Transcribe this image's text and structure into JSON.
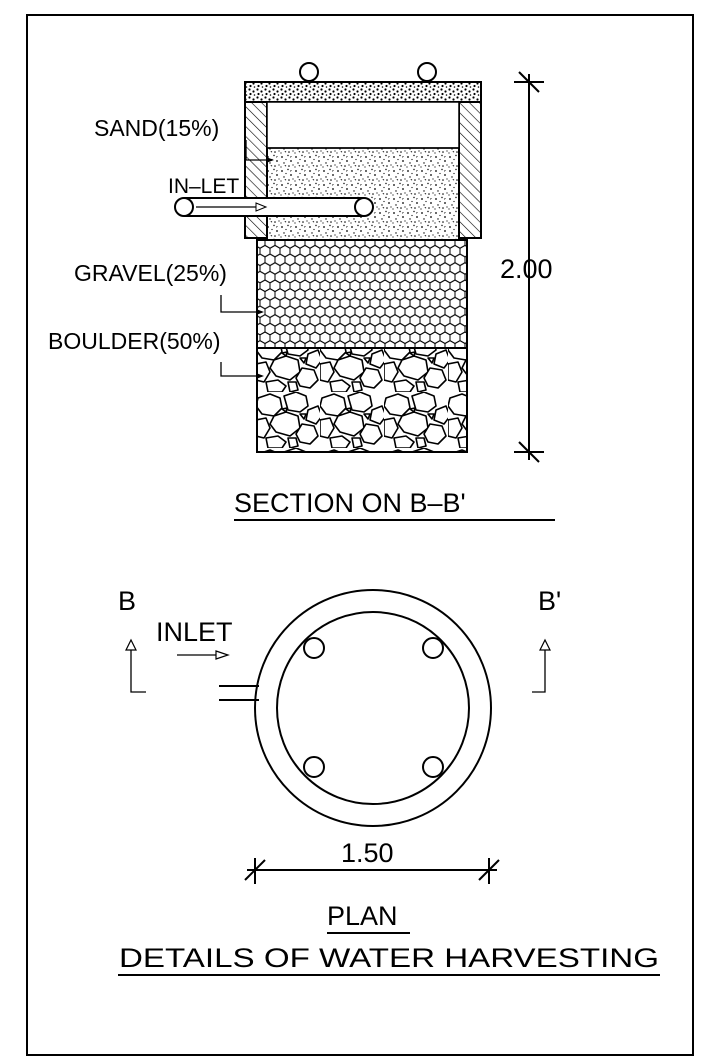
{
  "section": {
    "title": "SECTION ON B–B'",
    "labels": {
      "sand": "SAND(15%)",
      "inlet": "IN–LET",
      "gravel": "GRAVEL(25%)",
      "boulder": "BOULDER(50%)"
    },
    "height_dimension": "2.00"
  },
  "plan": {
    "title": "PLAN",
    "section_mark_left": "B",
    "section_mark_right": "B'",
    "inlet_label": "INLET",
    "diameter_dimension": "1.50"
  },
  "sheet": {
    "caption": "DETAILS OF WATER HARVESTING"
  }
}
